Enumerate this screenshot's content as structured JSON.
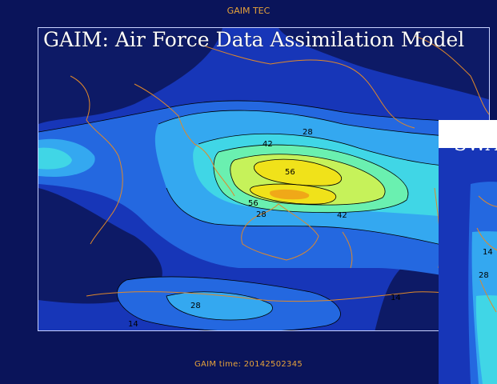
{
  "figure": {
    "top_label": "GAIM TEC",
    "headline": "GAIM:  Air Force Data Assimilation Model",
    "time_label": "GAIM time: 20142502345",
    "inset_title": "SWA"
  },
  "contours": {
    "labels": [
      "28",
      "42",
      "56",
      "56",
      "28",
      "42",
      "14",
      "28",
      "14"
    ],
    "inset_labels": [
      "14",
      "28"
    ]
  },
  "colors": {
    "background": "#0a145a",
    "level_0": "#0d1a66",
    "level_1": "#1736b8",
    "level_2": "#2468e0",
    "level_3": "#34a8f0",
    "level_4": "#40d6e6",
    "level_5": "#6af0b0",
    "level_6": "#c6f25a",
    "level_7": "#f0e21a",
    "coastline": "#e0882a",
    "label_text": "#e6a23a"
  }
}
